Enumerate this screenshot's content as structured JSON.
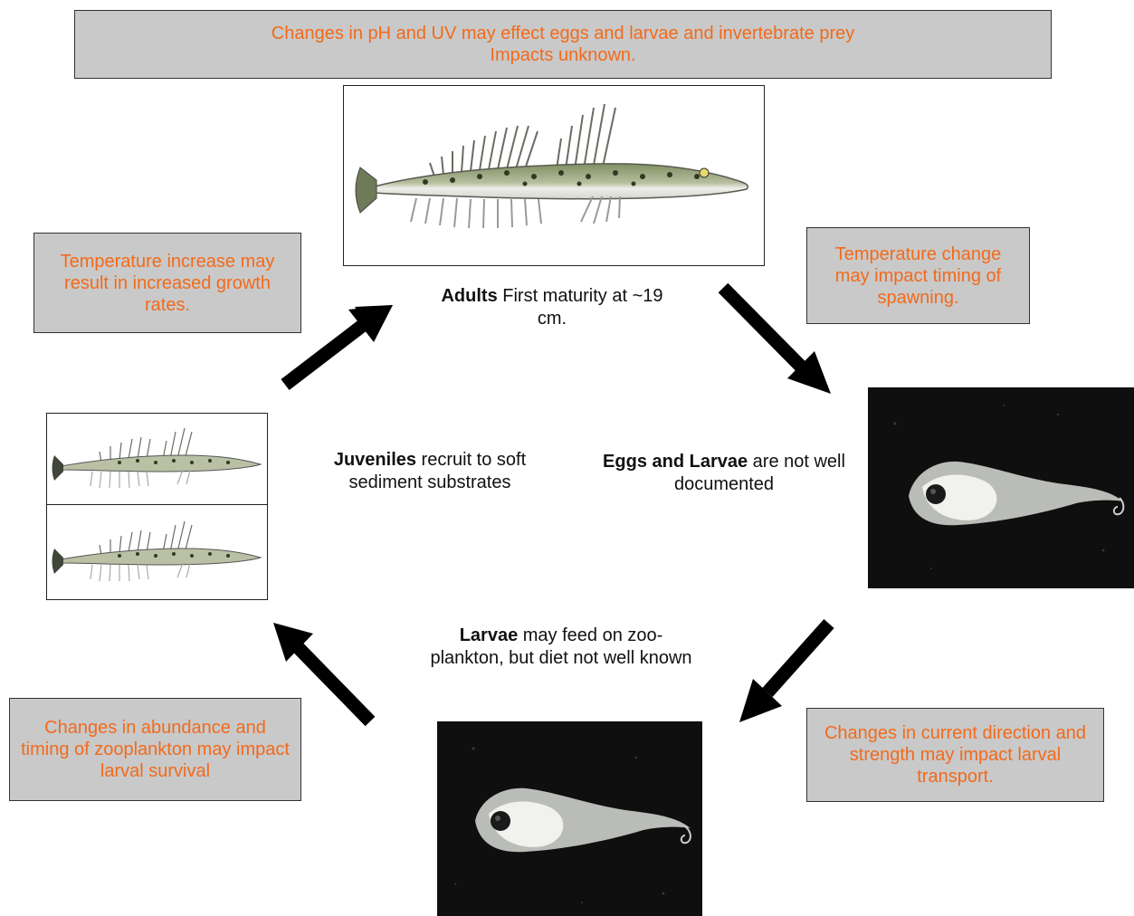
{
  "climate_top": {
    "line1": "Changes in pH and UV may effect eggs and larvae and invertebrate prey",
    "line2": "Impacts unknown."
  },
  "climate_left_top": {
    "text": "Temperature increase may result in increased growth rates."
  },
  "climate_right_top": {
    "text": "Temperature change may impact timing of spawning."
  },
  "climate_left_bottom": {
    "text": "Changes in abundance and timing of zooplankton may impact larval survival"
  },
  "climate_right_bottom": {
    "text": "Changes in current direction and strength may impact larval transport."
  },
  "stages": {
    "adults": {
      "label": "Adults",
      "text": " First maturity at ~19 cm."
    },
    "juveniles": {
      "label": "Juveniles",
      "text": " recruit to soft sediment substrates"
    },
    "eggs_larvae": {
      "label": "Eggs and Larvae",
      "text": " are not well documented"
    },
    "larvae": {
      "label": "Larvae",
      "text": " may feed on zoo-plankton, but diet not well known"
    }
  },
  "colors": {
    "climate_text": "#f26a1b",
    "climate_box": "#c9c9c9",
    "arrow": "#000000"
  }
}
